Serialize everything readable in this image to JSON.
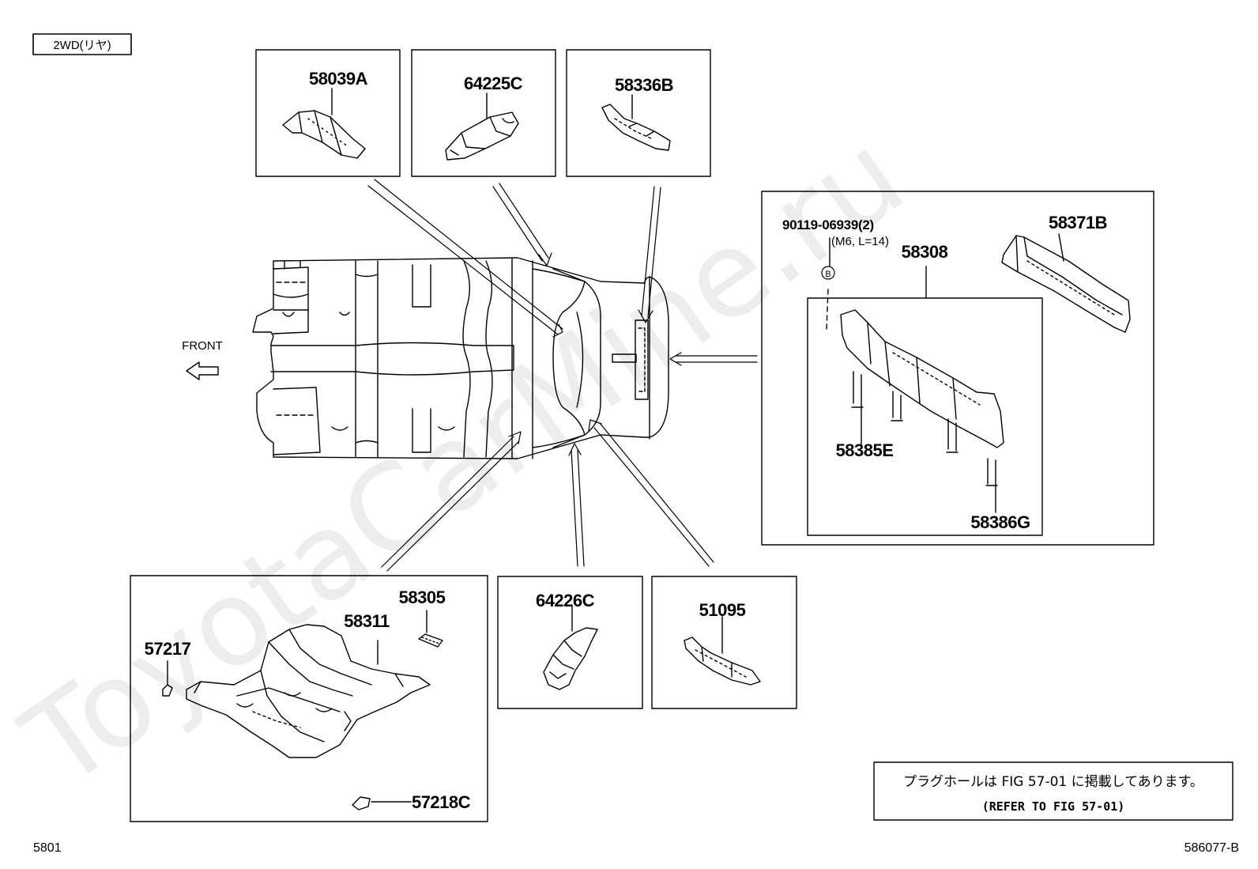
{
  "header_tag": "2WD(リヤ)",
  "front_label": "FRONT",
  "watermark": "ToyotaCarMine.ru",
  "parts": {
    "p58039A": "58039A",
    "p64225C": "64225C",
    "p58336B": "58336B",
    "p58371B": "58371B",
    "p58308": "58308",
    "p58385E": "58385E",
    "p58386G": "58386G",
    "bolt": "90119-06939(2)",
    "bolt_spec": "(M6, L=14)",
    "bolt_ref": "B",
    "p58305": "58305",
    "p58311": "58311",
    "p57217": "57217",
    "p57218C": "57218C",
    "p64226C": "64226C",
    "p51095": "51095"
  },
  "note": {
    "jp": "プラグホールは FIG 57-01 に掲載してあります。",
    "en": "(REFER TO FIG 57-01)"
  },
  "footer": {
    "left": "5801",
    "right": "586077-B"
  }
}
